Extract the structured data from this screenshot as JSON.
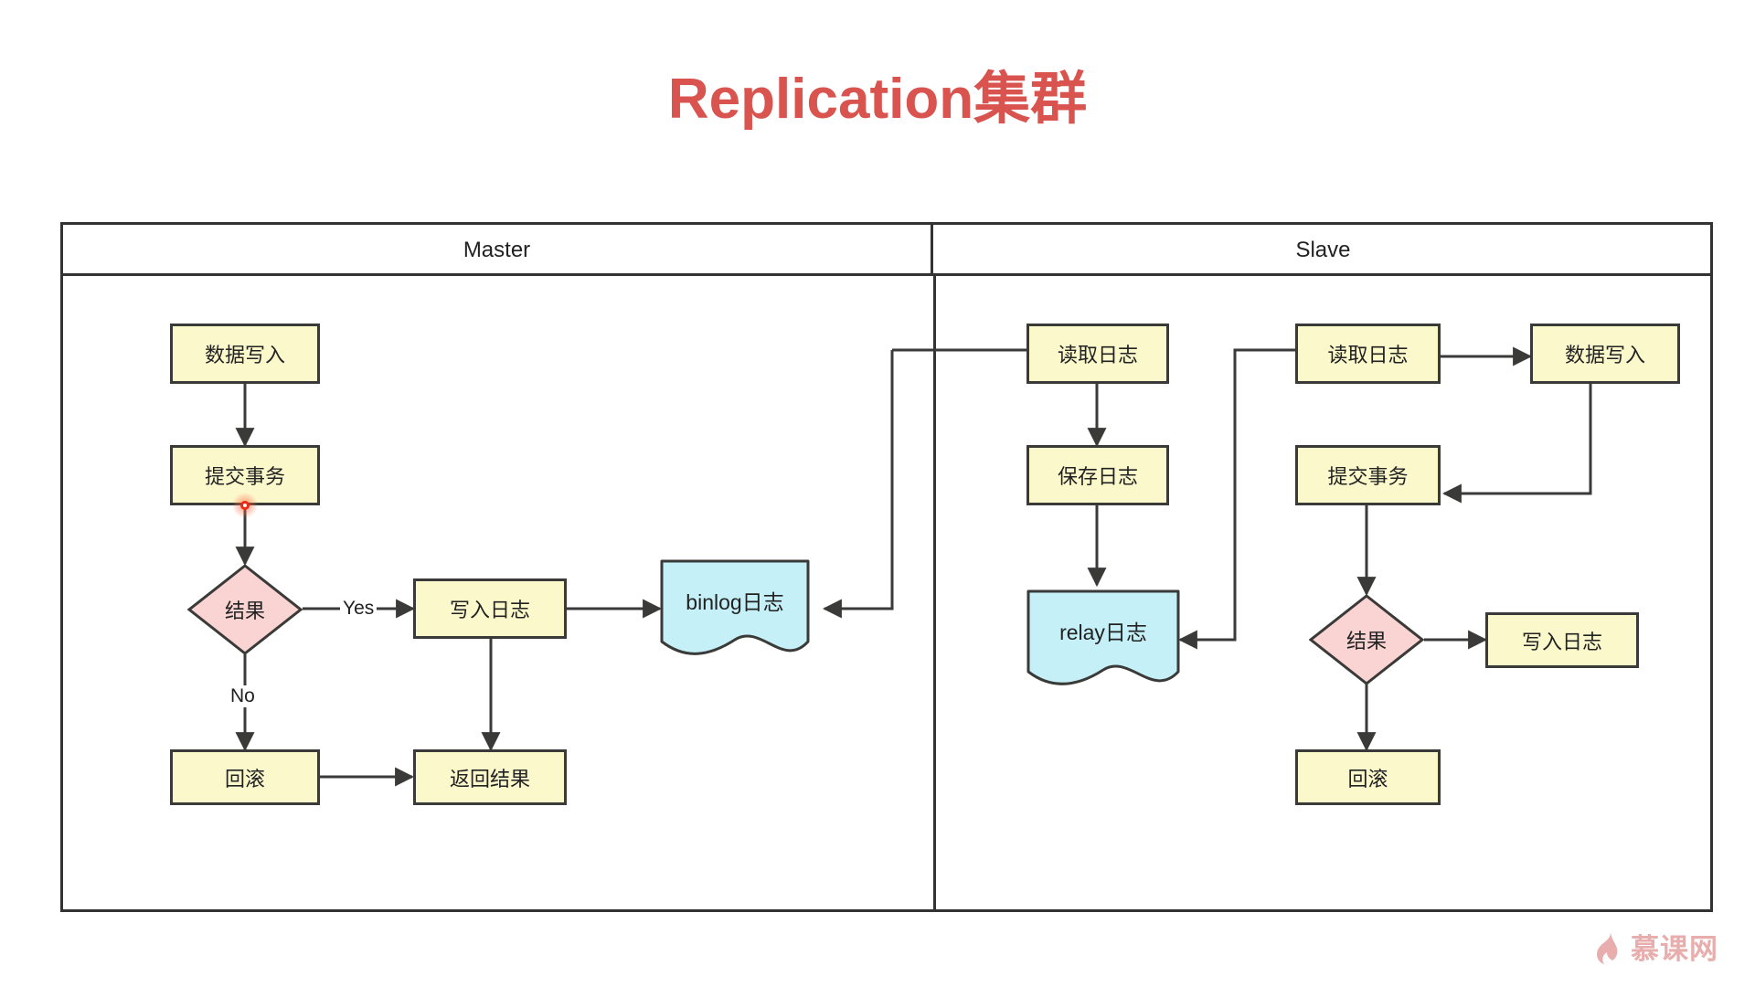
{
  "title": "Replication集群",
  "title_color": "#d9534f",
  "palette": {
    "process_fill": "#fbf8cc",
    "decision_fill": "#fad3d3",
    "document_fill": "#c6f0f7",
    "stroke": "#3a3a38",
    "lane_stroke": "#333333",
    "text": "#222222",
    "anchor": "#ee2b14",
    "watermark": "#e08f8f"
  },
  "lanes": [
    {
      "id": "master",
      "label": "Master"
    },
    {
      "id": "slave",
      "label": "Slave"
    }
  ],
  "nodes": {
    "m_write_data": {
      "label": "数据写入",
      "shape": "process"
    },
    "m_commit": {
      "label": "提交事务",
      "shape": "process"
    },
    "m_result": {
      "label": "结果",
      "shape": "decision"
    },
    "m_write_log": {
      "label": "写入日志",
      "shape": "process"
    },
    "m_binlog": {
      "label": "binlog日志",
      "shape": "document"
    },
    "m_rollback": {
      "label": "回滚",
      "shape": "process"
    },
    "m_return": {
      "label": "返回结果",
      "shape": "process"
    },
    "s_read_log_1": {
      "label": "读取日志",
      "shape": "process"
    },
    "s_save_log": {
      "label": "保存日志",
      "shape": "process"
    },
    "s_relay": {
      "label": "relay日志",
      "shape": "document"
    },
    "s_read_log_2": {
      "label": "读取日志",
      "shape": "process"
    },
    "s_write_data": {
      "label": "数据写入",
      "shape": "process"
    },
    "s_commit": {
      "label": "提交事务",
      "shape": "process"
    },
    "s_result": {
      "label": "结果",
      "shape": "decision"
    },
    "s_write_log": {
      "label": "写入日志",
      "shape": "process"
    },
    "s_rollback": {
      "label": "回滚",
      "shape": "process"
    }
  },
  "edge_labels": {
    "yes": "Yes",
    "no": "No"
  },
  "watermark": {
    "text": "慕课网",
    "icon": "flame-icon"
  }
}
